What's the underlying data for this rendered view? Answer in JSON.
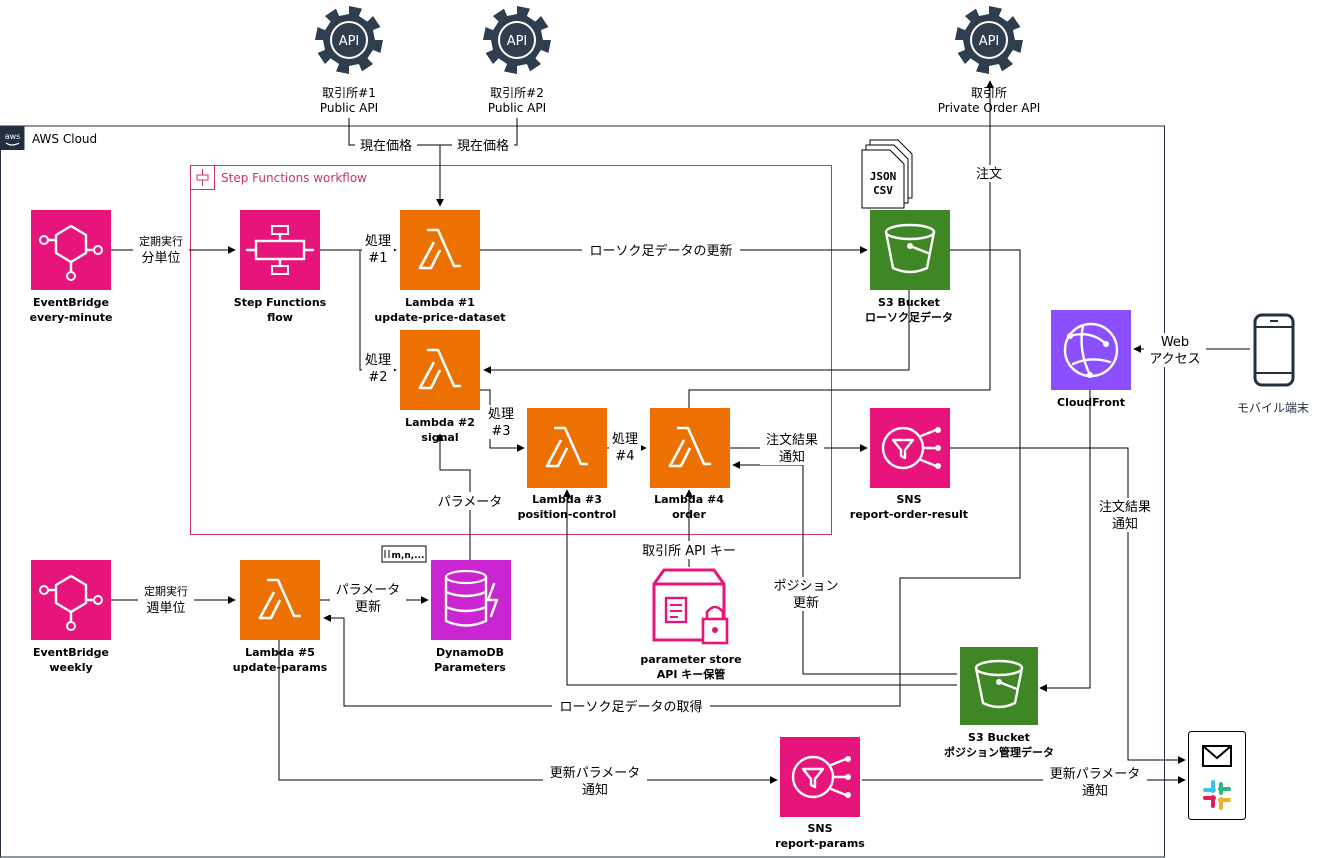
{
  "colors": {
    "lambda": "#ED7100",
    "eventbridge": "#E7157B",
    "step_functions": "#E7157B",
    "s3": "#3F8624",
    "dynamodb": "#C925D1",
    "sns": "#E7157B",
    "cloudfront": "#8C4FFF",
    "parameter_store": "#E7157B",
    "api_gear": "#2F3E4F",
    "aws_cloud_border": "#232F3E",
    "workflow_border": "#C7356B"
  },
  "groups": {
    "aws_cloud": "AWS Cloud",
    "workflow": "Step Functions workflow"
  },
  "apis": {
    "gear_text": "API",
    "api1_line1": "取引所#1",
    "api1_line2": "Public API",
    "api2_line1": "取引所#2",
    "api2_line2": "Public API",
    "api3_line1": "取引所",
    "api3_line2": "Private Order API"
  },
  "nodes": {
    "eb_minute": {
      "line1": "EventBridge",
      "line2": "every-minute",
      "icon": "eventbridge-icon"
    },
    "sfn": {
      "line1": "Step Functions",
      "line2": "flow",
      "icon": "step-functions-icon"
    },
    "lambda1": {
      "line1": "Lambda #1",
      "line2": "update-price-dataset",
      "icon": "lambda-icon"
    },
    "lambda2": {
      "line1": "Lambda #2",
      "line2": "signal",
      "icon": "lambda-icon"
    },
    "lambda3": {
      "line1": "Lambda #3",
      "line2": "position-control",
      "icon": "lambda-icon"
    },
    "lambda4": {
      "line1": "Lambda #4",
      "line2": "order",
      "icon": "lambda-icon"
    },
    "s3_candle": {
      "line1": "S3 Bucket",
      "line2": "ローソク足データ",
      "icon": "s3-bucket-icon"
    },
    "sns_order": {
      "line1": "SNS",
      "line2": "report-order-result",
      "icon": "sns-icon"
    },
    "cloudfront": {
      "line1": "CloudFront",
      "icon": "cloudfront-icon"
    },
    "mobile": {
      "line1": "モバイル端末",
      "icon": "mobile-phone-icon"
    },
    "eb_weekly": {
      "line1": "EventBridge",
      "line2": "weekly",
      "icon": "eventbridge-icon"
    },
    "lambda5": {
      "line1": "Lambda #5",
      "line2": "update-params",
      "icon": "lambda-icon"
    },
    "dynamodb": {
      "line1": "DynamoDB",
      "line2": "Parameters",
      "icon": "dynamodb-icon"
    },
    "param_store": {
      "line1": "parameter store",
      "line2": "API キー保管",
      "icon": "parameter-store-icon"
    },
    "s3_position": {
      "line1": "S3 Bucket",
      "line2": "ポジション管理データ",
      "icon": "s3-bucket-icon"
    },
    "sns_params": {
      "line1": "SNS",
      "line2": "report-params",
      "icon": "sns-icon"
    },
    "notify": {
      "icon1": "mail-icon",
      "icon2": "slack-icon"
    }
  },
  "docs": {
    "file_line1": "JSON",
    "file_line2": "CSV",
    "ddb_attrs": "m,n,..."
  },
  "edges": {
    "price1": "現在価格",
    "price2": "現在価格",
    "schedule_minute_1": "定期実行",
    "schedule_minute_2": "分単位",
    "proc1_1": "処理",
    "proc1_2": "#1",
    "proc2_1": "処理",
    "proc2_2": "#2",
    "proc3_1": "処理",
    "proc3_2": "#3",
    "proc4_1": "処理",
    "proc4_2": "#4",
    "candle_update": "ローソク足データの更新",
    "order": "注文",
    "web_access_1": "Web",
    "web_access_2": "アクセス",
    "order_result_1": "注文結果",
    "order_result_2": "通知",
    "order_result_b1": "注文結果",
    "order_result_b2": "通知",
    "parameter": "パラメータ",
    "api_key": "取引所 API キー",
    "position_update_1": "ポジション",
    "position_update_2": "更新",
    "schedule_weekly_1": "定期実行",
    "schedule_weekly_2": "週単位",
    "param_update_1": "パラメータ",
    "param_update_2": "更新",
    "candle_get": "ローソク足データの取得",
    "param_notify_1": "更新パラメータ",
    "param_notify_2": "通知",
    "param_notify_b1": "更新パラメータ",
    "param_notify_b2": "通知"
  }
}
